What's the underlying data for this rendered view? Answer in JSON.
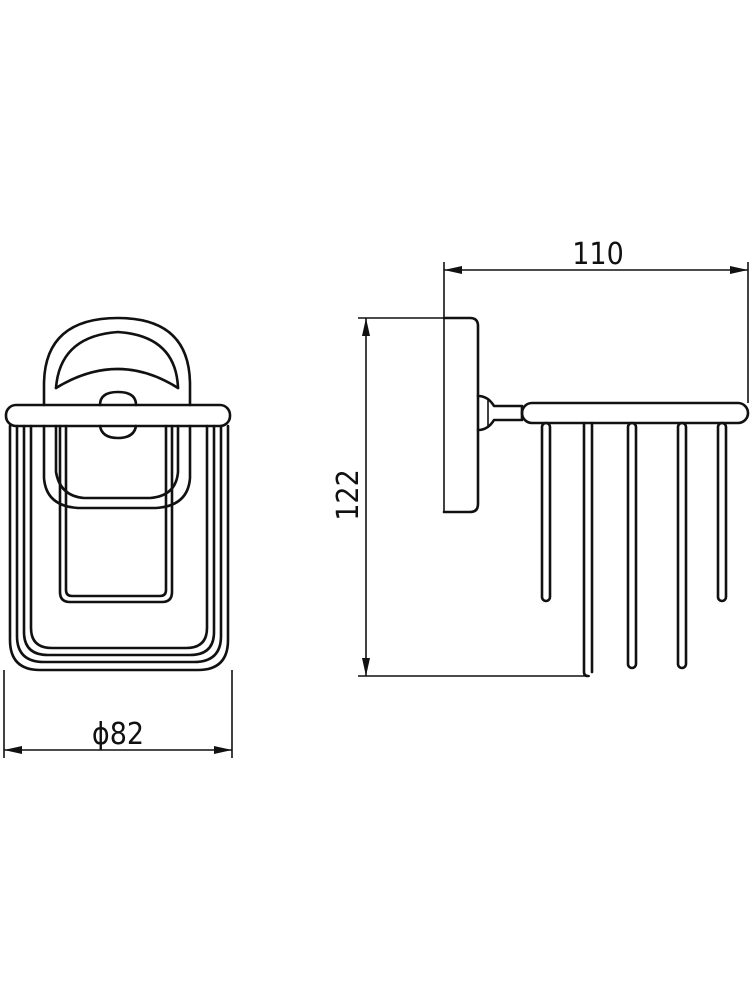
{
  "dimensions": {
    "width_label": "ϕ82",
    "depth_label": "110",
    "height_label": "122"
  },
  "colors": {
    "line": "#111111",
    "background": "#ffffff"
  }
}
